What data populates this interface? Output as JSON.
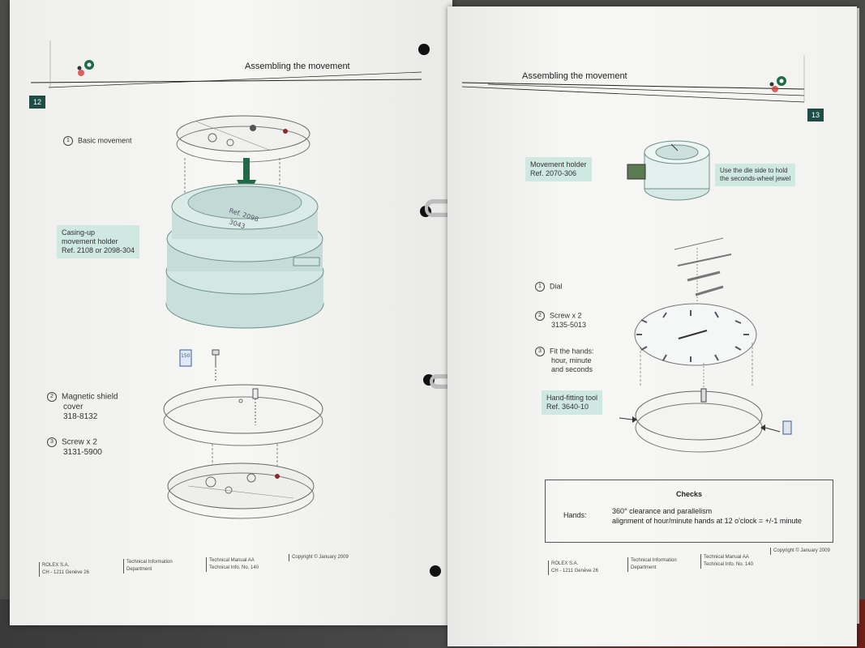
{
  "left": {
    "header": "Assembling the movement",
    "page_number": "12",
    "step1": {
      "num": "1",
      "label": "Basic movement"
    },
    "holder": [
      "Casing-up",
      "movement holder",
      "Ref. 2108 or 2098-304"
    ],
    "engraving": [
      "Ref. 2098",
      "3043"
    ],
    "tool_badge": "150",
    "step2": {
      "num": "2",
      "lines": [
        "Magnetic shield",
        "cover",
        "318-8132"
      ]
    },
    "step3": {
      "num": "3",
      "lines": [
        "Screw x 2",
        "3131-5900"
      ]
    }
  },
  "right": {
    "header": "Assembling the movement",
    "page_number": "13",
    "holder": [
      "Movement holder",
      "Ref. 2070-306"
    ],
    "die_note": [
      "Use the die side to hold",
      "the seconds-wheel jewel"
    ],
    "step1": {
      "num": "1",
      "label": "Dial"
    },
    "step2": {
      "num": "2",
      "lines": [
        "Screw x 2",
        "3135-5013"
      ]
    },
    "step3": {
      "num": "3",
      "lines": [
        "Fit the hands:",
        "hour, minute",
        "and seconds"
      ]
    },
    "tool": [
      "Hand-fitting tool",
      "Ref. 3640-10"
    ],
    "checks": {
      "title": "Checks",
      "label": "Hands:",
      "lines": [
        "360° clearance and parallelism",
        "alignment of hour/minute hands at 12 o'clock = +/-1 minute"
      ]
    }
  },
  "footer": {
    "company": [
      "ROLEX S.A.",
      "CH - 1211 Genève 26"
    ],
    "department": [
      "Technical Information",
      "Department"
    ],
    "manual": [
      "Technical Manual AA",
      "Technical Info. No. 140"
    ],
    "copyright": "Copyright ©   January 2009"
  },
  "colors": {
    "accent": "#1f4d45",
    "label_bg": "#cfe8e2",
    "holder_fill": "#cde4e0"
  }
}
